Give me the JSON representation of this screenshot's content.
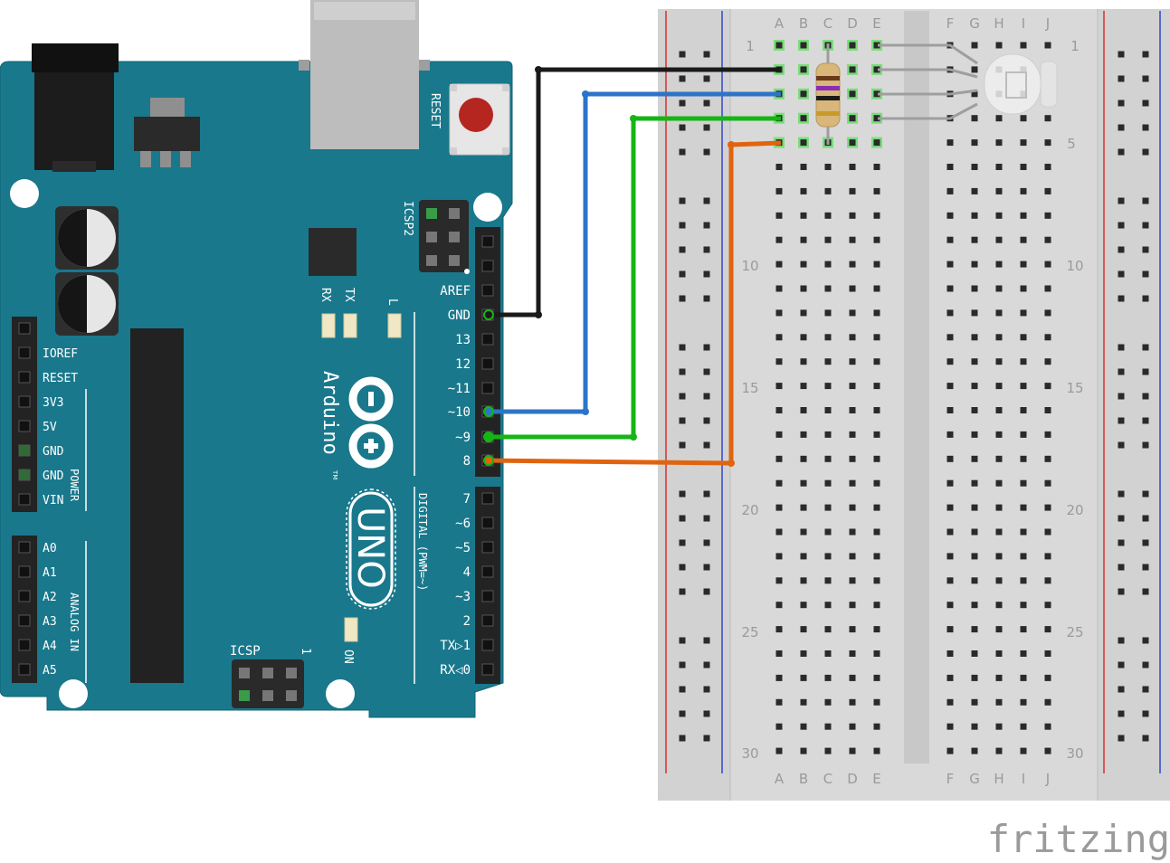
{
  "board": {
    "reset_label": "RESET",
    "icsp2_label": "ICSP2",
    "rx_label": "RX",
    "tx_label": "TX",
    "l_label": "L",
    "brand": "Arduino",
    "trademark": "TM",
    "model": "UNO",
    "on_label": "ON",
    "icsp_label": "ICSP",
    "icsp_pin1": "1",
    "digital_label": "DIGITAL (PWM=~)",
    "power_label": "POWER",
    "analog_label": "ANALOG IN",
    "digital_pins": [
      "AREF",
      "GND",
      "13",
      "12",
      "~11",
      "~10",
      "~9",
      "8",
      "7",
      "~6",
      "~5",
      "4",
      "~3",
      "2",
      "TX▷1",
      "RX◁0"
    ],
    "power_pins": [
      "IOREF",
      "RESET",
      "3V3",
      "5V",
      "GND",
      "GND",
      "VIN"
    ],
    "analog_pins": [
      "A0",
      "A1",
      "A2",
      "A3",
      "A4",
      "A5"
    ]
  },
  "breadboard": {
    "columns_left": [
      "A",
      "B",
      "C",
      "D",
      "E"
    ],
    "columns_right": [
      "F",
      "G",
      "H",
      "I",
      "J"
    ],
    "row_numbers": [
      "1",
      "5",
      "10",
      "15",
      "20",
      "25",
      "30"
    ]
  },
  "wires": [
    {
      "name": "gnd",
      "color": "#1a1a1a",
      "pin": "GND"
    },
    {
      "name": "blue",
      "color": "#2d74c8",
      "pin": "~10"
    },
    {
      "name": "green",
      "color": "#15b515",
      "pin": "~9"
    },
    {
      "name": "orange",
      "color": "#e0640f",
      "pin": "8"
    }
  ],
  "watermark": "fritzing"
}
